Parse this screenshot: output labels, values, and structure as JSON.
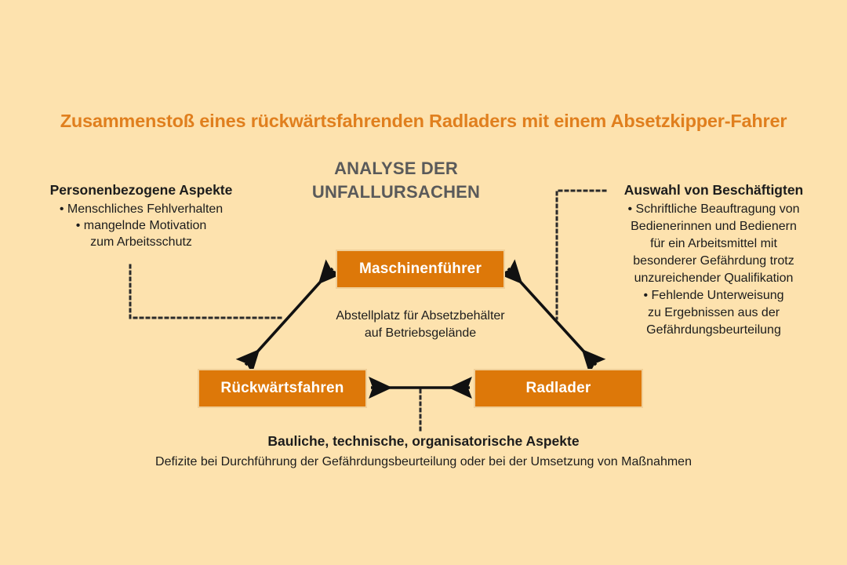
{
  "page": {
    "background_color": "#fde2ae",
    "title": "Zusammenstoß eines rückwärtsfahrenden Radladers mit einem Absetzkipper-Fahrer",
    "title_color": "#e07f1e"
  },
  "center_heading": {
    "line1": "ANALYSE DER",
    "line2": "UNFALLURSACHEN",
    "color": "#5a5a5a"
  },
  "left_aspects": {
    "heading": "Personenbezogene Aspekte",
    "lines": [
      "• Menschliches Fehlverhalten",
      "• mangelnde Motivation",
      "zum Arbeitsschutz"
    ]
  },
  "right_aspects": {
    "heading": "Auswahl von Beschäftigten",
    "lines": [
      "• Schriftliche Beauftragung von",
      "Bedienerinnen und Bedienern",
      "für ein Arbeitsmittel mit",
      "besonderer Gefährdung trotz",
      "unzureichender Qualifikation",
      "• Fehlende Unterweisung",
      "zu Ergebnissen aus der",
      "Gefährdungsbeurteilung"
    ]
  },
  "nodes": {
    "fill_color": "#dd7809",
    "border_color": "#f0cf98",
    "text_color": "#ffffff",
    "maschinenfuehrer": "Maschinenführer",
    "rueckwaertsfahren": "Rückwärtsfahren",
    "radlader": "Radlader"
  },
  "center_caption": {
    "line1": "Abstellplatz für Absetzbehälter",
    "line2": "auf Betriebsgelände"
  },
  "bottom_caption": {
    "heading": "Bauliche, technische, organisatorische Aspekte",
    "body": "Defizite bei Durchführung der Gefährdungsbeurteilung oder bei der Umsetzung von Maßnahmen"
  },
  "connectors": {
    "arrow_color": "#111111",
    "dotted_color": "#2b2b2b",
    "items": [
      {
        "name": "arrow-rueckwaertsfahren-maschinenfuehrer",
        "style": "double-arrow"
      },
      {
        "name": "arrow-maschinenfuehrer-radlader",
        "style": "double-arrow"
      },
      {
        "name": "arrow-rueckwaertsfahren-radlader",
        "style": "double-arrow"
      },
      {
        "name": "dotted-left-personenbezogene",
        "style": "dotted"
      },
      {
        "name": "dotted-right-auswahl",
        "style": "dotted"
      },
      {
        "name": "dotted-bottom-bauliche",
        "style": "dotted"
      }
    ]
  }
}
